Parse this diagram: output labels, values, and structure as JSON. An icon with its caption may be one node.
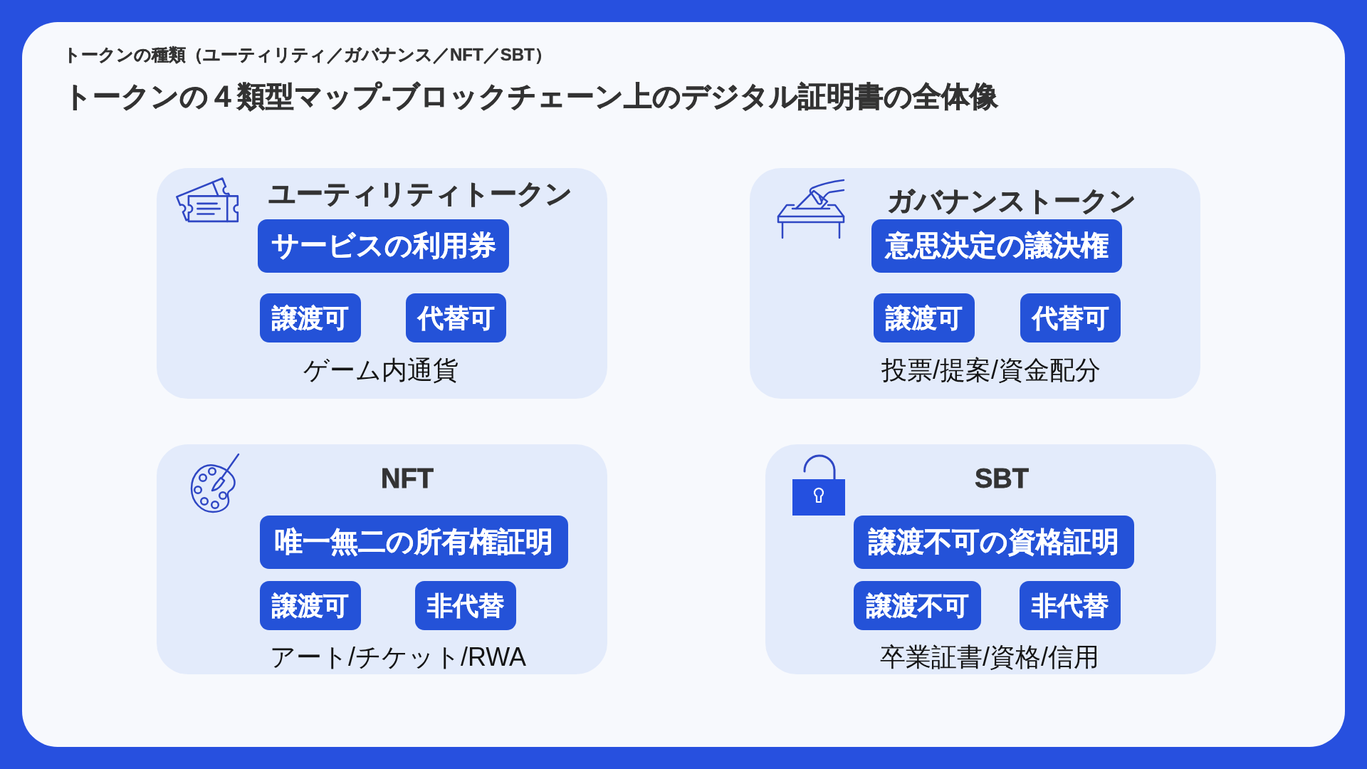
{
  "diagram": {
    "title": "トークンの４類型マップ-ブロックチェーン上のデジタル証明書の全体像",
    "nodes": [
      {
        "text": [
          "ユーティリティトークン",
          "ゲーム内通貨"
        ]
      },
      {
        "text": [
          "サービスの利用券"
        ],
        "in": 0
      },
      {
        "text": [
          "譲渡可"
        ],
        "in": 0
      },
      {
        "text": [
          "代替可"
        ],
        "in": 0
      },
      {
        "text": [
          "ガバナンストークン",
          "投票/提案/資金配分"
        ]
      },
      {
        "text": [
          "意思決定の議決権"
        ],
        "in": 4
      },
      {
        "text": [
          "譲渡可"
        ],
        "in": 4
      },
      {
        "text": [
          "代替可"
        ],
        "in": 4
      },
      {
        "text": [
          "NFT",
          "アート/チケット/RWA"
        ]
      },
      {
        "text": [
          "唯一無二の所有権証明"
        ],
        "in": 8
      },
      {
        "text": [
          "譲渡可"
        ],
        "in": 8
      },
      {
        "text": [
          "非代替"
        ],
        "in": 8
      },
      {
        "text": [
          "SBT",
          "卒業証書/資格/信用"
        ]
      },
      {
        "text": [
          "譲渡不可の資格証明"
        ],
        "in": 12
      },
      {
        "text": [
          "譲渡不可"
        ],
        "in": 12
      },
      {
        "text": [
          "非代替"
        ],
        "in": 12
      }
    ],
    "labels": [
      "トークンの種類（ユーティリティ／ガバナンス／NFT／SBT）"
    ]
  }
}
